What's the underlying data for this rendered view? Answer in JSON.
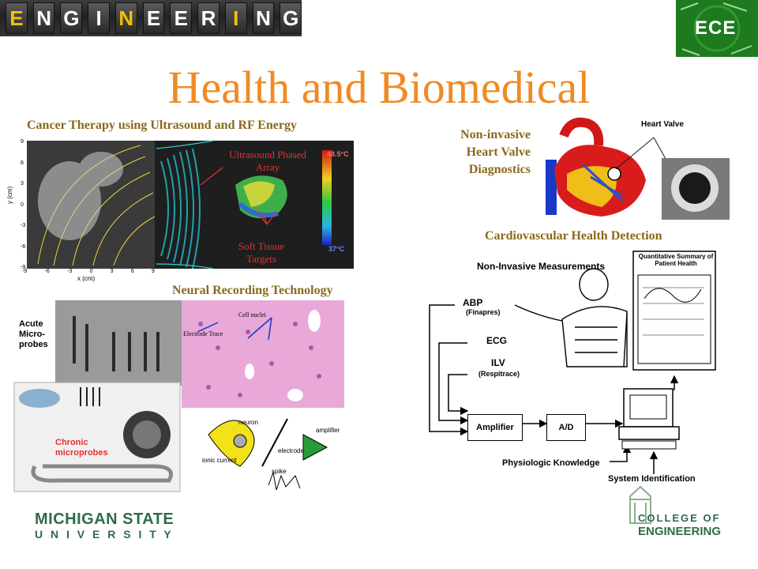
{
  "banner": {
    "letters": [
      "E",
      "N",
      "G",
      "I",
      "N",
      "E",
      "E",
      "R",
      "I",
      "N",
      "G"
    ]
  },
  "logo": {
    "text": "ECE"
  },
  "title": "Health and Biomedical",
  "sections": {
    "cancer": "Cancer Therapy using  Ultrasound and RF Energy",
    "heart": "Non-invasive Heart Valve Diagnostics",
    "cardio": "Cardiovascular Health Detection",
    "neural": "Neural Recording Technology"
  },
  "ultrasound": {
    "array_label": "Ultrasound Phased Array",
    "targets_label": "Soft Tissue Targets",
    "temp_high": "48.5°C",
    "temp_low": "37°C",
    "y_axis": "y (cm)",
    "x_axis": "x (cm)",
    "y_ticks": [
      "9",
      "6",
      "3",
      "0",
      "-3",
      "-6",
      "-9"
    ],
    "x_ticks": [
      "-9",
      "-6",
      "-3",
      "0",
      "3",
      "6",
      "9"
    ]
  },
  "heart_image": {
    "label": "Heart Valve"
  },
  "cardio_diagram": {
    "non_invasive": "Non-Invasive Measurements",
    "summary_title": "Quantitative Summary of Patient Health",
    "abp": "ABP",
    "finapres": "(Finapres)",
    "ecg": "ECG",
    "ilv": "ILV",
    "respitrace": "(Respitrace)",
    "amplifier": "Amplifier",
    "ad": "A/D",
    "physio": "Physiologic Knowledge",
    "sysid": "System Identification"
  },
  "neural_image": {
    "acute": "Acute Micro-probes",
    "chronic": "Chronic microprobes",
    "cell_nuclei": "Cell nuclei",
    "electrode_trace": "Electrode Trace",
    "neuron": "neuron",
    "amplifier": "amplifier",
    "electrode": "electrode",
    "ionic_current": "ionic current",
    "spike": "spike"
  },
  "footer": {
    "msu_line1": "MICHIGAN STATE",
    "msu_line2": "U N I V E R S I T Y",
    "coe_line1": "COLLEGE OF",
    "coe_line2": "ENGINEERING"
  }
}
